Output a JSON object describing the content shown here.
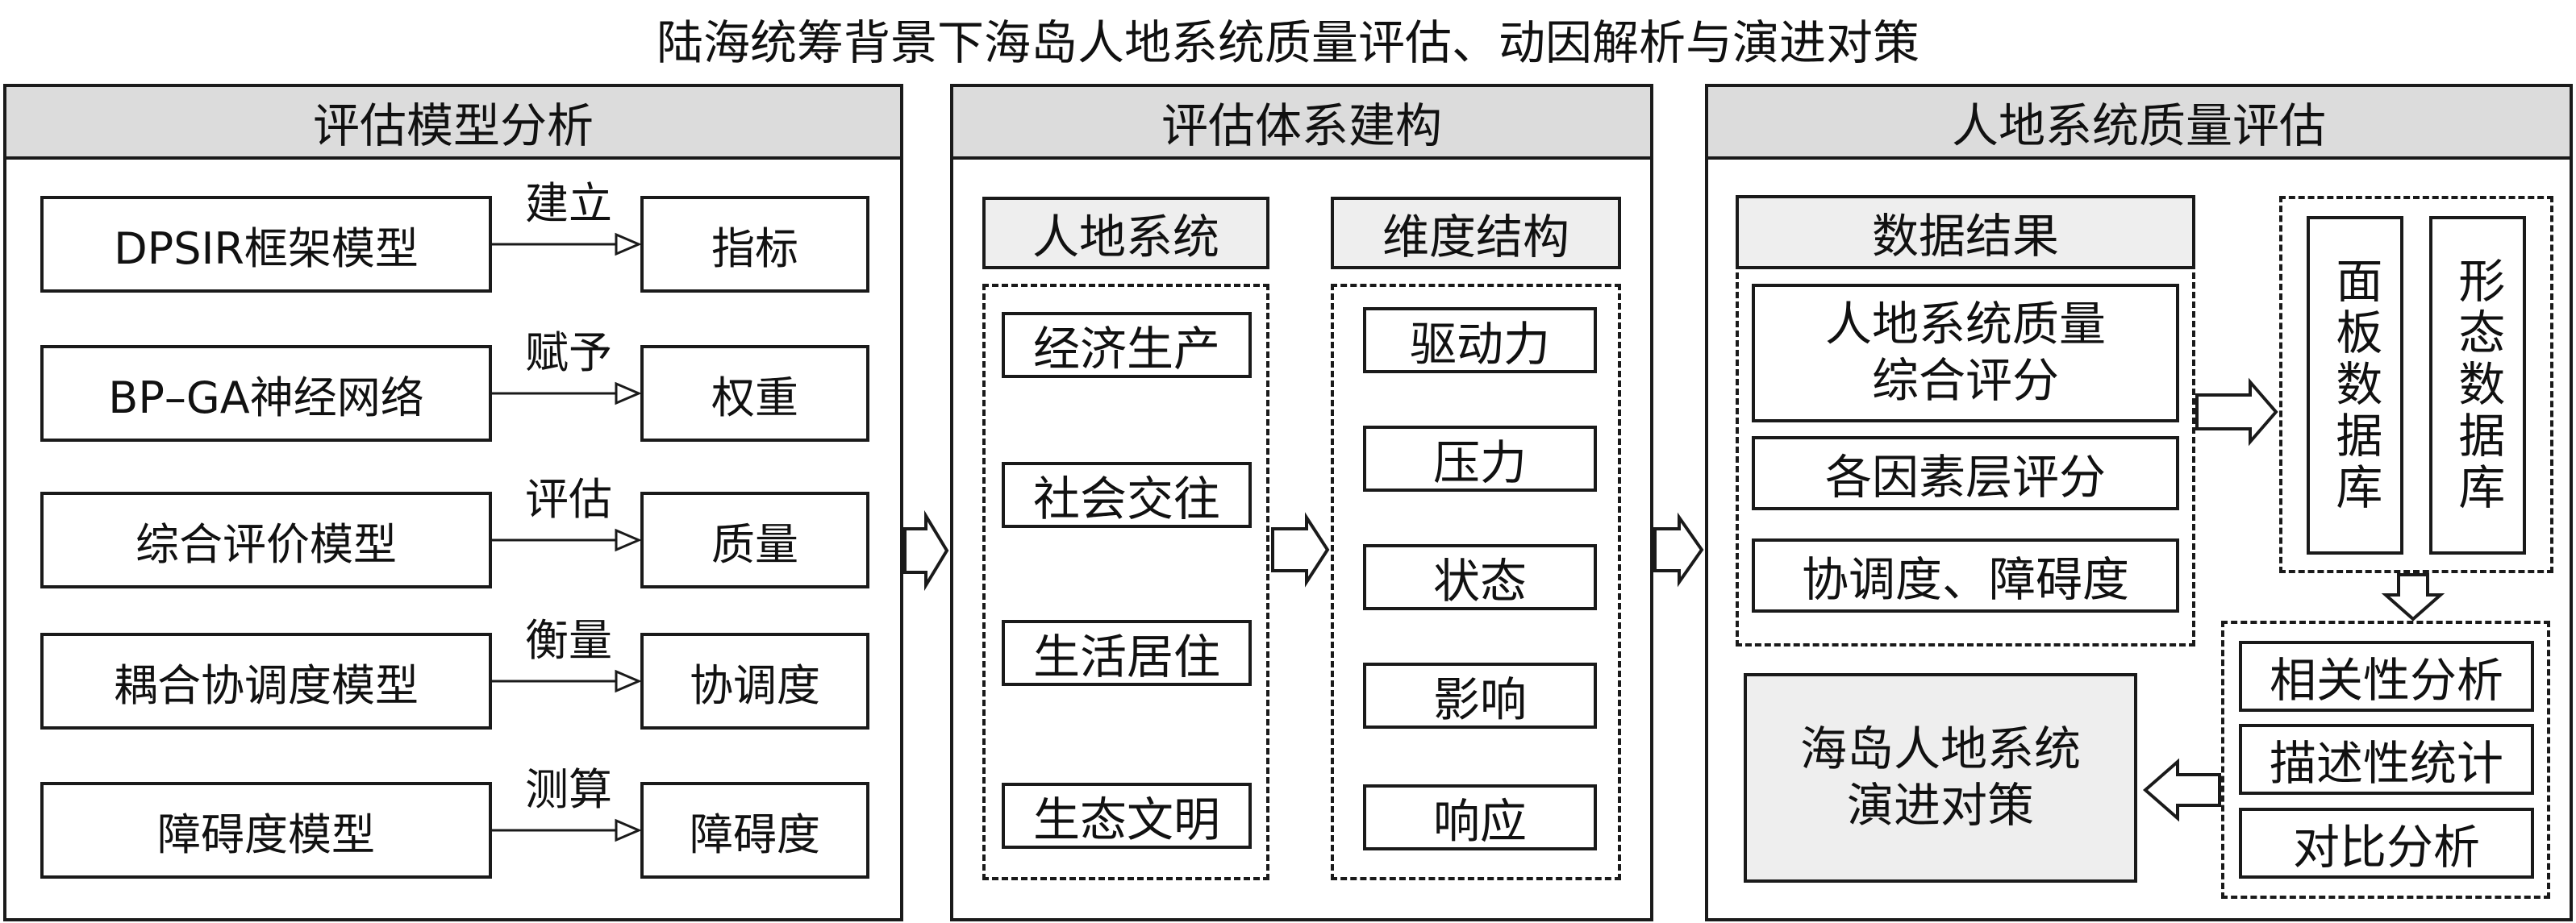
{
  "title": "陆海统筹背景下海岛人地系统质量评估、动因解析与演进对策",
  "panels": {
    "model": {
      "header": "评估模型分析",
      "rows": [
        {
          "model": "DPSIR框架模型",
          "action": "建立",
          "result": "指标"
        },
        {
          "model": "BP–GA神经网络",
          "action": "赋予",
          "result": "权重"
        },
        {
          "model": "综合评价模型",
          "action": "评估",
          "result": "质量"
        },
        {
          "model": "耦合协调度模型",
          "action": "衡量",
          "result": "协调度"
        },
        {
          "model": "障碍度模型",
          "action": "测算",
          "result": "障碍度"
        }
      ]
    },
    "system": {
      "header": "评估体系建构",
      "left_title": "人地系统",
      "left_items": [
        "经济生产",
        "社会交往",
        "生活居住",
        "生态文明"
      ],
      "right_title": "维度结构",
      "right_items": [
        "驱动力",
        "压力",
        "状态",
        "影响",
        "响应"
      ]
    },
    "quality": {
      "header": "人地系统质量评估",
      "results_title": "数据结果",
      "results_items": [
        "人地系统质量综合评分",
        "各因素层评分",
        "协调度、障碍度"
      ],
      "results_item_lines": [
        [
          "人地系统质量",
          "综合评分"
        ]
      ],
      "db_panel": "面板数据库",
      "db_form": "形态数据库",
      "analysis": [
        "相关性分析",
        "描述性统计",
        "对比分析"
      ],
      "strategy_lines": [
        "海岛人地系统",
        "演进对策"
      ]
    }
  }
}
